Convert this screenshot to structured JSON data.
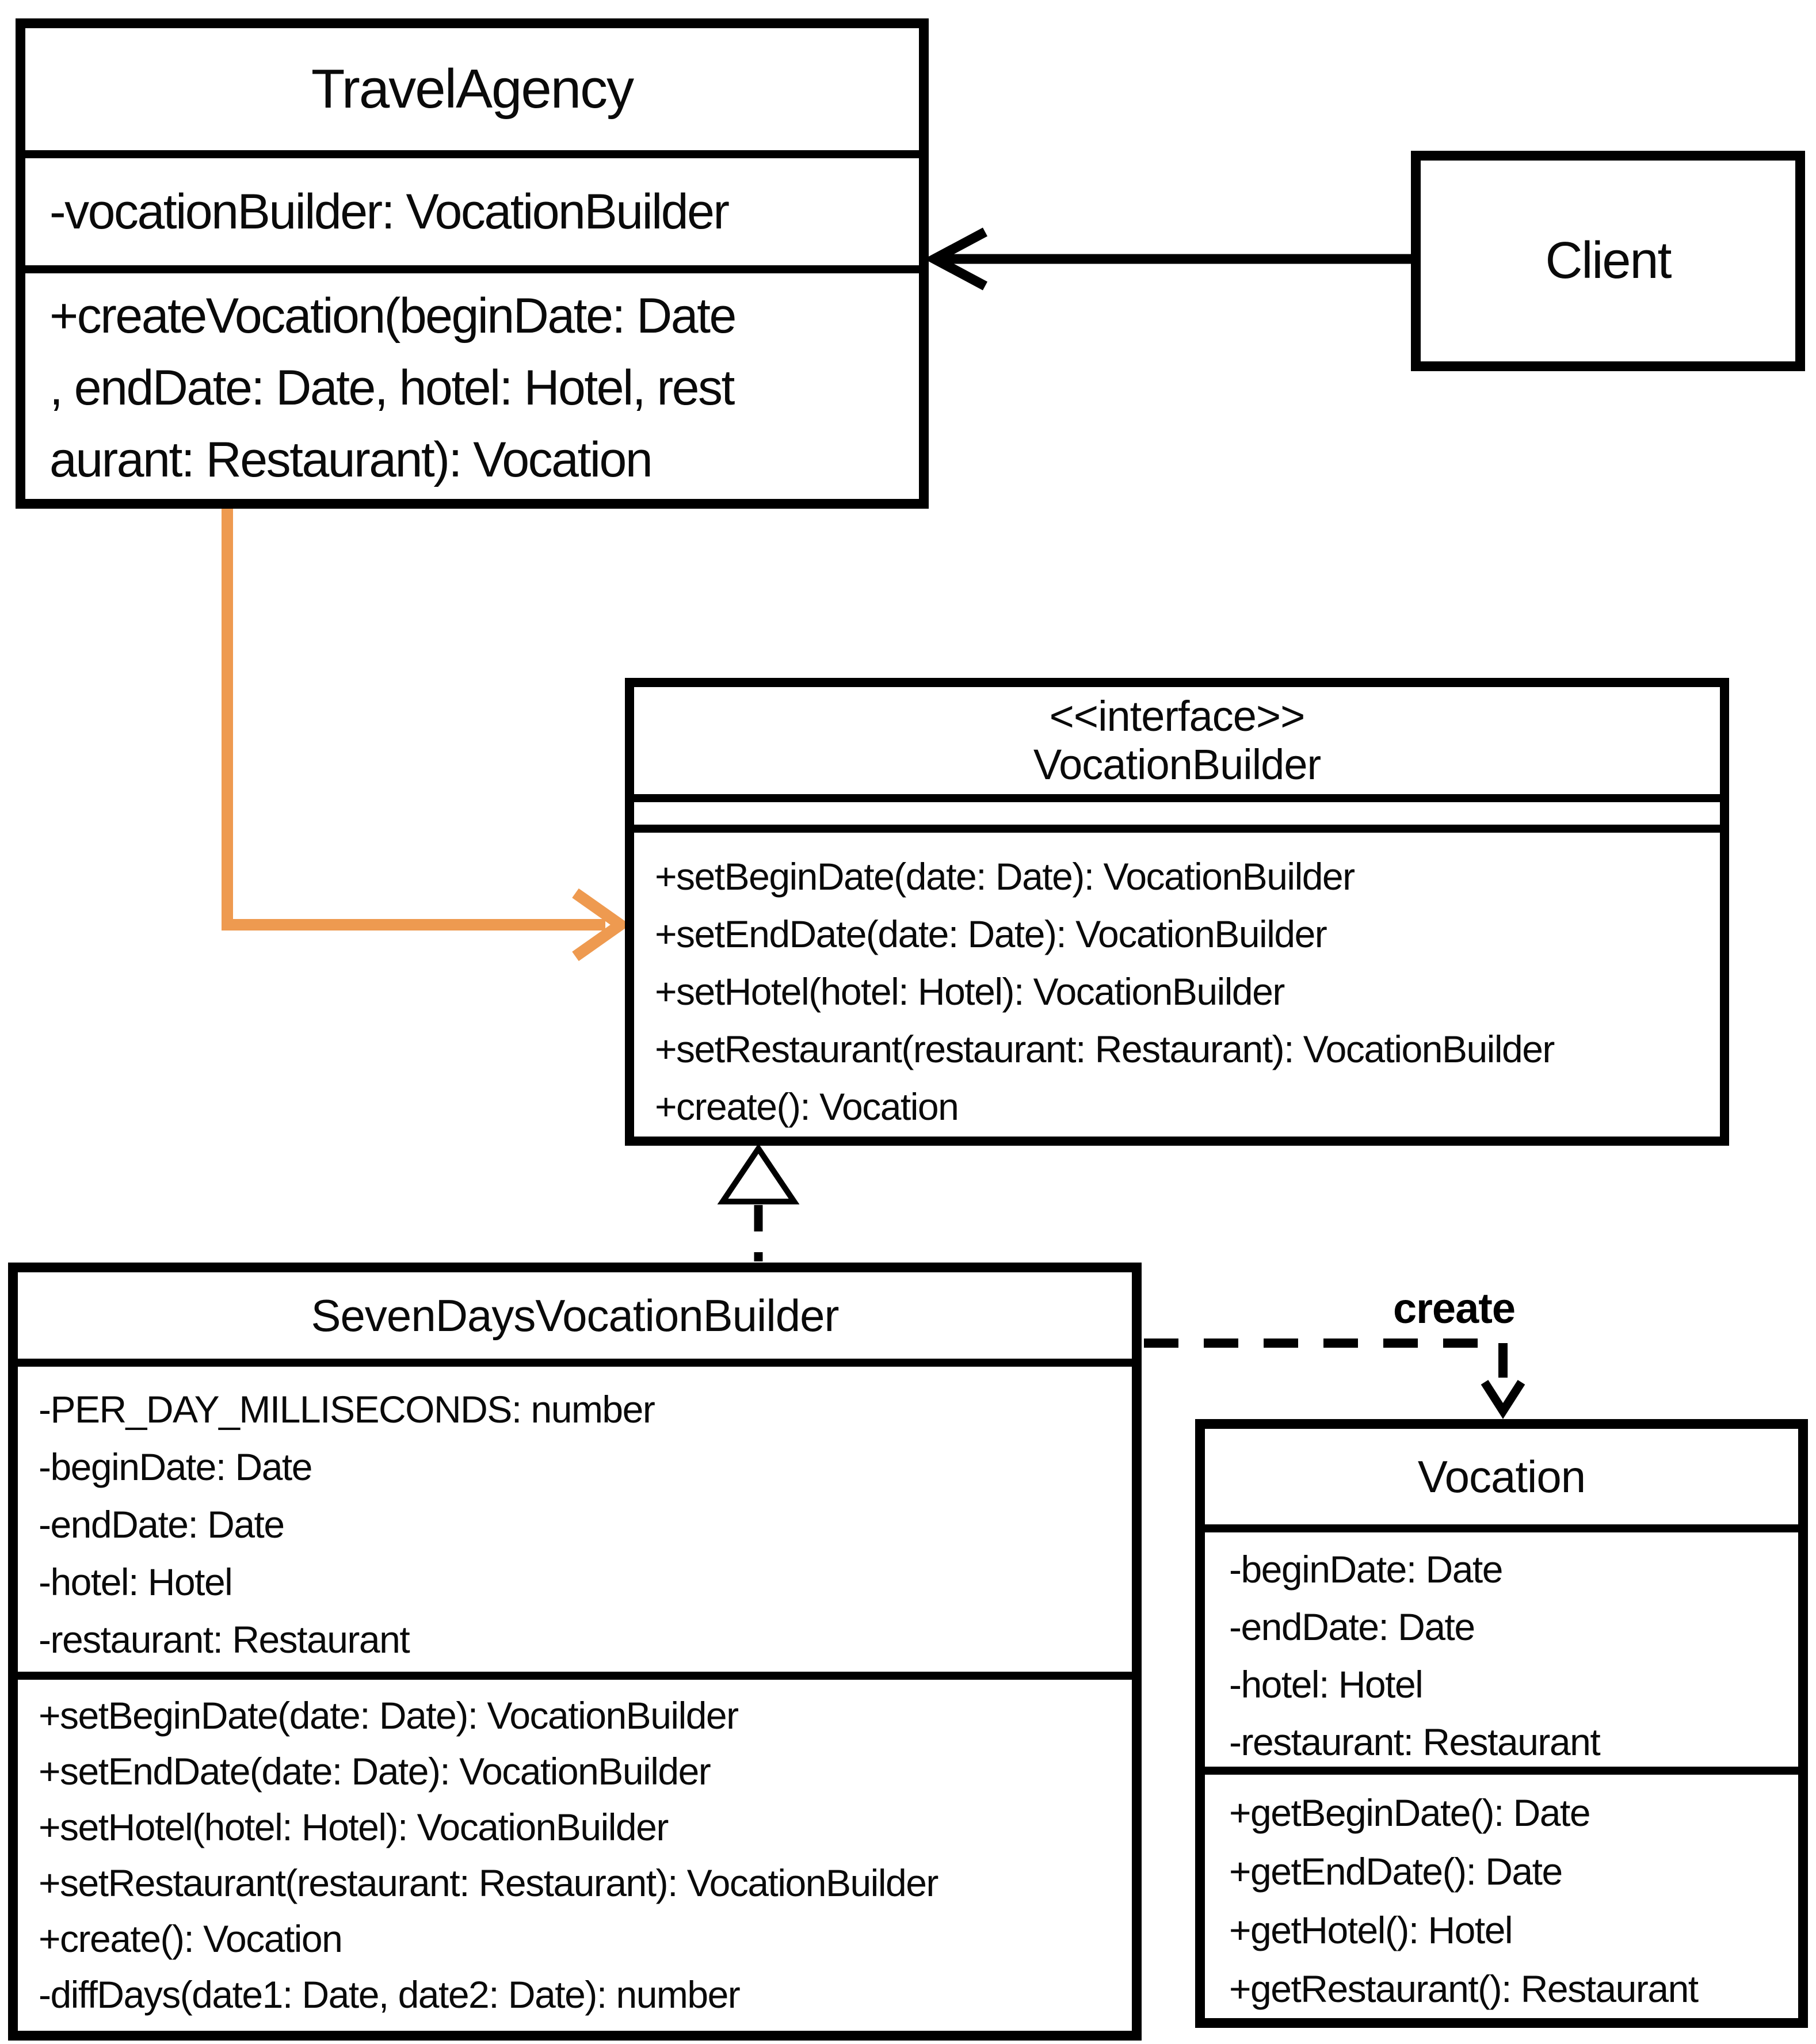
{
  "classes": {
    "travel_agency": {
      "name": "TravelAgency",
      "attributes": [
        "-vocationBuilder: VocationBuilder"
      ],
      "method_lines": [
        "+createVocation(beginDate: Date",
        ", endDate: Date, hotel: Hotel, rest",
        "aurant: Restaurant): Vocation"
      ]
    },
    "client": {
      "name": "Client"
    },
    "vocation_builder": {
      "stereotype": "<<interface>>",
      "name": "VocationBuilder",
      "attributes": [],
      "methods": [
        "+setBeginDate(date: Date): VocationBuilder",
        "+setEndDate(date: Date): VocationBuilder",
        "+setHotel(hotel: Hotel): VocationBuilder",
        "+setRestaurant(restaurant: Restaurant): VocationBuilder",
        "+create(): Vocation"
      ]
    },
    "seven_days_vocation_builder": {
      "name": "SevenDaysVocationBuilder",
      "attributes": [
        "-PER_DAY_MILLISECONDS: number",
        "-beginDate: Date",
        "-endDate: Date",
        "-hotel: Hotel",
        "-restaurant: Restaurant"
      ],
      "methods": [
        "+setBeginDate(date: Date): VocationBuilder",
        "+setEndDate(date: Date): VocationBuilder",
        "+setHotel(hotel: Hotel): VocationBuilder",
        "+setRestaurant(restaurant: Restaurant): VocationBuilder",
        "+create(): Vocation",
        "-diffDays(date1: Date, date2: Date): number"
      ]
    },
    "vocation": {
      "name": "Vocation",
      "attributes": [
        "-beginDate: Date",
        "-endDate: Date",
        "-hotel: Hotel",
        "-restaurant: Restaurant"
      ],
      "methods": [
        "+getBeginDate(): Date",
        "+getEndDate(): Date",
        "+getHotel(): Hotel",
        "+getRestaurant(): Restaurant"
      ]
    }
  },
  "relationships": {
    "create_label": "create"
  },
  "colors": {
    "line_black": "#000000",
    "accent_orange": "#EE9A50"
  }
}
